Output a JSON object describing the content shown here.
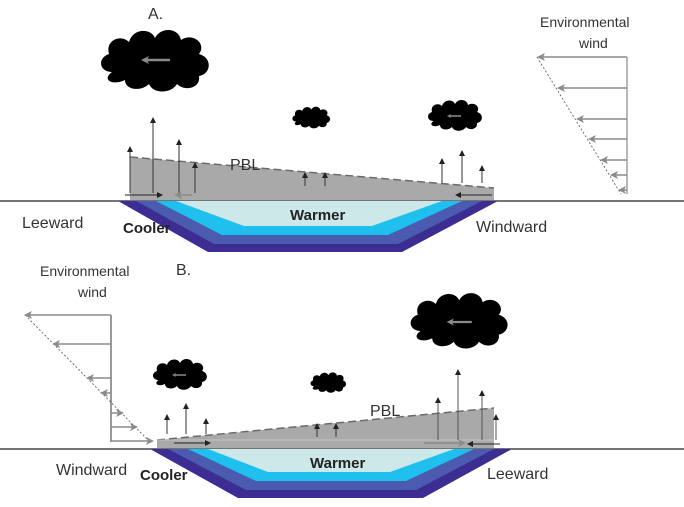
{
  "colors": {
    "pbl_fill": "#a9a9a9",
    "pbl_top_dash": "#6b6b6b",
    "water_warm": "#cde8e8",
    "water_light_blue": "#1fbfee",
    "water_mid_blue": "#4a5bb0",
    "water_dark_blue": "#3b2d91",
    "ground_line": "#222222",
    "wind_arrow": "#8a8a8a",
    "updraft_arrow": "#333333"
  },
  "panel_a": {
    "label": "A.",
    "left_shore_label": "Leeward",
    "right_shore_label": "Windward",
    "cool_label": "Cooler",
    "warm_label": "Warmer",
    "pbl_label": "PBL",
    "wind_profile_title_line1": "Environmental",
    "wind_profile_title_line2": "wind",
    "wind_direction": "right-to-left",
    "pbl_slope": "deeper on leeward (left) side"
  },
  "panel_b": {
    "label": "B.",
    "left_shore_label": "Windward",
    "right_shore_label": "Leeward",
    "cool_label": "Cooler",
    "warm_label": "Warmer",
    "pbl_label": "PBL",
    "wind_profile_title_line1": "Environmental",
    "wind_profile_title_line2": "wind",
    "wind_direction": "surface left-to-right, aloft right-to-left",
    "pbl_slope": "deeper on leeward (right) side"
  }
}
